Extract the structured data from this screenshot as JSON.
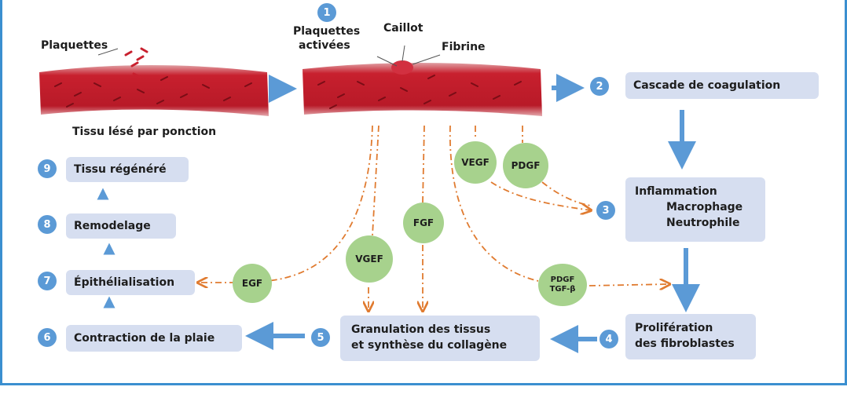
{
  "labels": {
    "plaquettes": "Plaquettes",
    "plaquettes_activees_1": "Plaquettes",
    "plaquettes_activees_2": "activées",
    "caillot": "Caillot",
    "fibrine": "Fibrine",
    "tissu_lese": "Tissu lésé par ponction"
  },
  "steps": {
    "s1": "1",
    "s2": "2",
    "s2_label": "Cascade de coagulation",
    "s3": "3",
    "s3_line1": "Inflammation",
    "s3_line2": "Macrophage",
    "s3_line3": "Neutrophile",
    "s4": "4",
    "s4_line1": "Prolifération",
    "s4_line2": "des fibroblastes",
    "s5": "5",
    "s5_line1": "Granulation des tissus",
    "s5_line2": "et synthèse du collagène",
    "s6": "6",
    "s6_label": "Contraction de la plaie",
    "s7": "7",
    "s7_label": "Épithélialisation",
    "s8": "8",
    "s8_label": "Remodelage",
    "s9": "9",
    "s9_label": "Tissu régénéré"
  },
  "factors": {
    "vegf": "VEGF",
    "pdgf": "PDGF",
    "fgf": "FGF",
    "vgef": "VGEF",
    "egf": "EGF",
    "pdgf_tgf_1": "PDGF",
    "pdgf_tgf_2": "TGF-β"
  },
  "colors": {
    "frame": "#3b8fd0",
    "box": "#d6def0",
    "step_circle": "#5b9ad6",
    "factor_circle": "#a7d28d",
    "arrow": "#5b9ad6",
    "dashed": "#e07b30",
    "tissue": "#c8202e"
  }
}
